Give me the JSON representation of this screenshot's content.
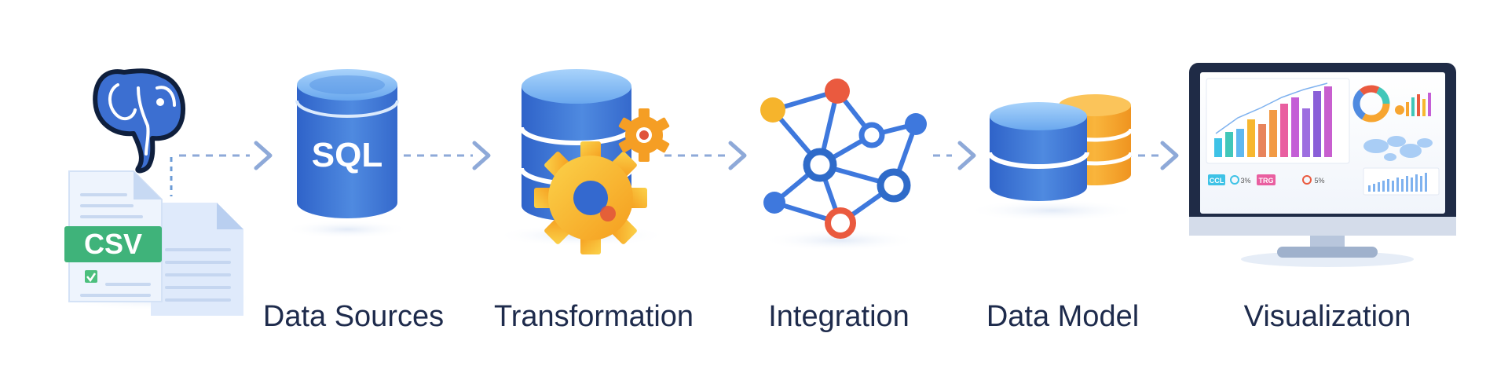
{
  "stages": [
    {
      "label": "Data Sources"
    },
    {
      "label": "Transformation"
    },
    {
      "label": "Integration"
    },
    {
      "label": "Data Model"
    },
    {
      "label": "Visualization"
    }
  ],
  "icons": {
    "database_text": "SQL",
    "file_badge": "CSV",
    "dashboard_kpis": [
      "CCL",
      "3%",
      "TRG",
      "5%"
    ]
  },
  "colors": {
    "label": "#1e2b4c",
    "blue": "#3f78d6",
    "light_blue": "#7fb2ef",
    "orange": "#f7a531",
    "yellow": "#f6c12c",
    "green": "#3cb37a",
    "red": "#ea5a3f",
    "arrow": "#8ea9d8"
  }
}
